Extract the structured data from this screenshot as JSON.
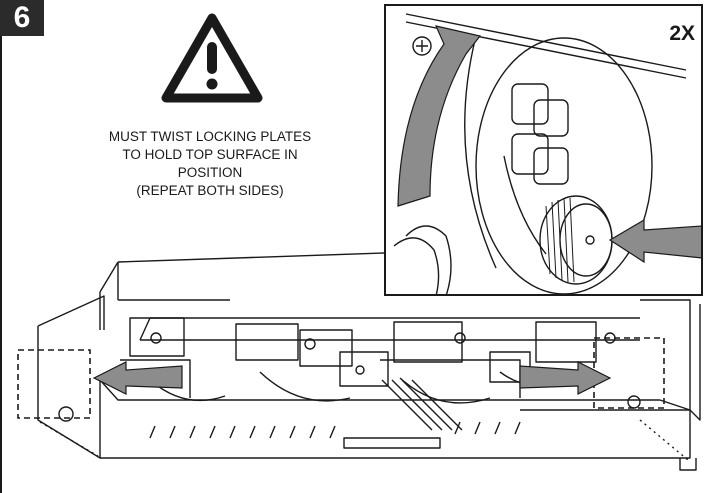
{
  "step": {
    "number": "6"
  },
  "warning": {
    "icon": "warning-triangle-icon"
  },
  "instruction": {
    "lines": [
      "MUST TWIST LOCKING PLATES",
      "TO HOLD TOP SURFACE IN",
      "POSITION",
      "(REPEAT BOTH SIDES)"
    ]
  },
  "inset": {
    "scale": "2X"
  },
  "colors": {
    "arrow": "#8c8c8c",
    "line": "#1a1a1a",
    "badge": "#2b2b2b"
  }
}
